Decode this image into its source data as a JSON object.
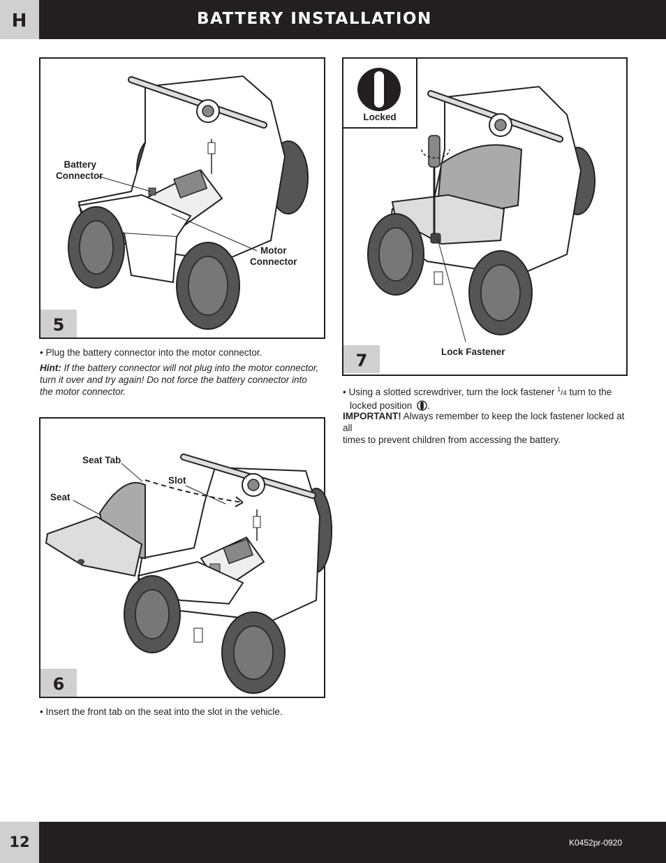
{
  "header": {
    "section_letter": "H",
    "title": "BATTERY INSTALLATION"
  },
  "footer": {
    "page_number": "12",
    "doc_code": "K0452pr-0920"
  },
  "step5": {
    "number": "5",
    "labels": {
      "battery_connector_line1": "Battery",
      "battery_connector_line2": "Connector",
      "motor_connector_line1": "Motor",
      "motor_connector_line2": "Connector"
    },
    "bullet": "Plug the battery connector into the motor connector.",
    "hint_label": "Hint:",
    "hint_line1": " If the battery connector will not plug into the motor connector,",
    "hint_line2": "turn it over and try again! Do not force the battery connector into",
    "hint_line3": "the motor connector."
  },
  "step6": {
    "number": "6",
    "labels": {
      "seat_tab": "Seat Tab",
      "slot": "Slot",
      "seat": "Seat"
    },
    "bullet": "Insert the front tab on the seat into the slot in the vehicle."
  },
  "step7": {
    "number": "7",
    "labels": {
      "locked": "Locked",
      "lock_fastener": "Lock Fastener"
    },
    "bullet_a": "Using a slotted screwdriver, turn the lock fastener ",
    "fraction_num": "1",
    "fraction_den": "4",
    "bullet_b": " turn to the",
    "bullet_line2": "locked position",
    "bullet_end": ".",
    "important_label": "IMPORTANT!",
    "important_a": " Always remember to keep the lock fastener locked at all",
    "important_b": "times to prevent children from accessing the battery."
  }
}
